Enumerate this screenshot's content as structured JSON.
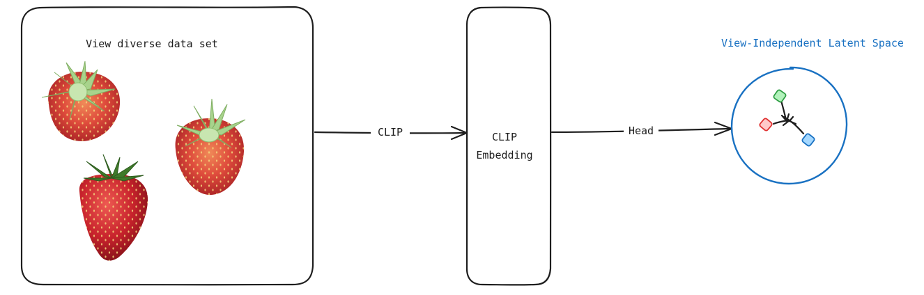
{
  "diagram": {
    "dataset_box": {
      "title": "View diverse data set",
      "items": [
        "strawberry-front-view",
        "strawberry-top-view",
        "strawberry-angled-view"
      ]
    },
    "edge_clip": {
      "label": "CLIP"
    },
    "embedding_box": {
      "line1": "CLIP",
      "line2": "Embedding"
    },
    "edge_head": {
      "label": "Head"
    },
    "latent_space": {
      "title": "View-Independent Latent Space",
      "points": [
        {
          "name": "green-point",
          "color": "#2f9e44",
          "fill": "#b2f2bb"
        },
        {
          "name": "red-point",
          "color": "#e03131",
          "fill": "#ffc9c9"
        },
        {
          "name": "blue-point",
          "color": "#1971c2",
          "fill": "#a5d8ff"
        }
      ]
    },
    "colors": {
      "stroke": "#1e1e1e",
      "accent_blue": "#1971c2",
      "strawberry_red": "#c8232c",
      "leaf_green": "#9fcf7f"
    }
  }
}
